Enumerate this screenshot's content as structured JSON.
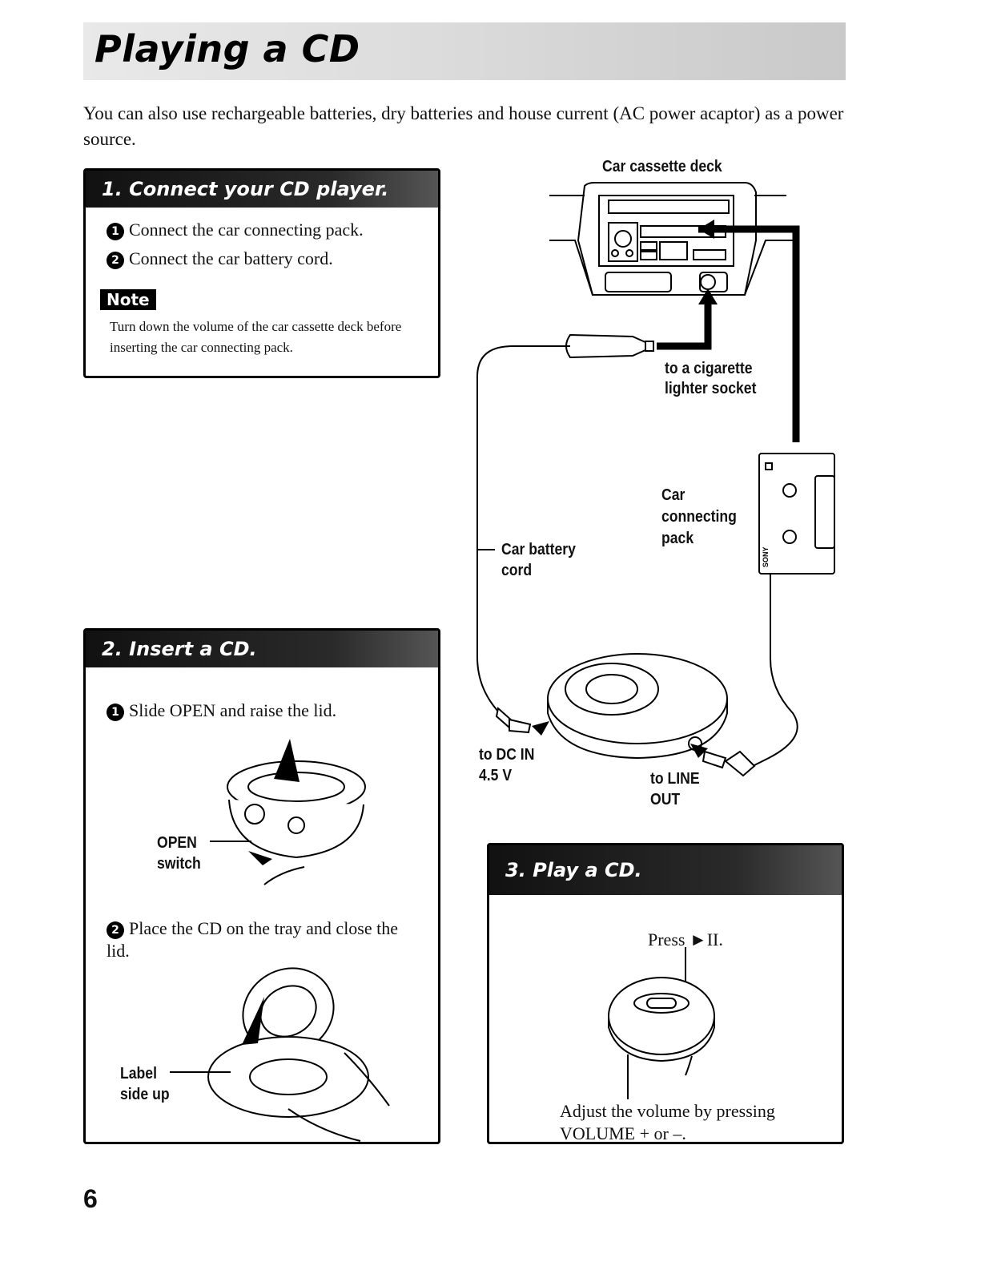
{
  "page": {
    "title": "Playing a CD",
    "intro": "You can also use rechargeable batteries, dry batteries and house current (AC power acaptor) as a power source.",
    "page_number": "6"
  },
  "section1": {
    "heading": "1. Connect your CD player.",
    "steps": [
      {
        "num": "1",
        "text": "Connect the car connecting pack."
      },
      {
        "num": "2",
        "text": "Connect the car battery cord."
      }
    ],
    "note_label": "Note",
    "note_text": "Turn down the volume of the car cassette deck before inserting the car connecting pack."
  },
  "diagram": {
    "labels": {
      "car_cassette_deck": "Car cassette deck",
      "cigarette_line1": "to a cigarette",
      "cigarette_line2": "lighter socket",
      "pack_line1": "Car",
      "pack_line2": "connecting",
      "pack_line3": "pack",
      "battery_line1": "Car battery",
      "battery_line2": "cord",
      "dcin_line1": "to DC IN",
      "dcin_line2": "4.5 V",
      "lineout_line1": "to LINE",
      "lineout_line2": "OUT",
      "brand_mark": "SONY"
    }
  },
  "section2": {
    "heading": "2. Insert a CD.",
    "steps": [
      {
        "num": "1",
        "text": "Slide OPEN and raise the lid."
      },
      {
        "num": "2",
        "text": "Place the CD on the tray and close the lid."
      }
    ],
    "open_line1": "OPEN",
    "open_line2": "switch",
    "label_line1": "Label",
    "label_line2": "side up"
  },
  "section3": {
    "heading": "3. Play a CD.",
    "press": "Press ►II.",
    "adjust": "Adjust the volume by pressing VOLUME + or –."
  }
}
